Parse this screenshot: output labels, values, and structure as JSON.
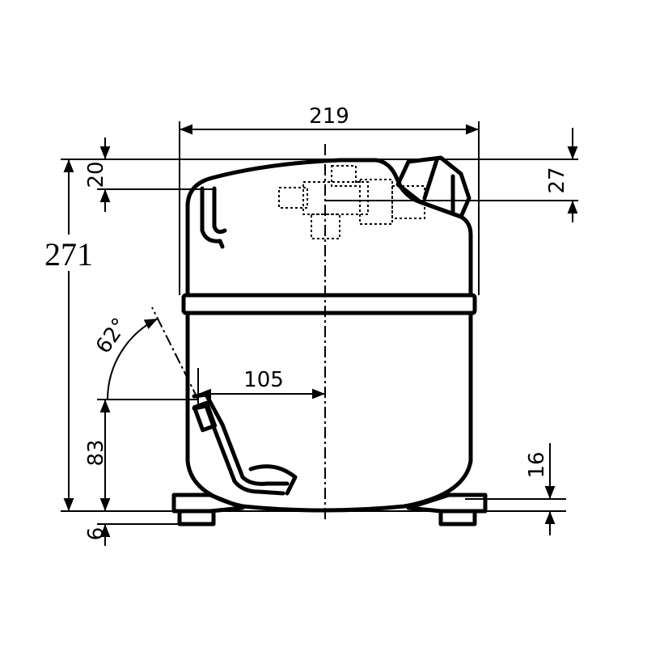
{
  "drawing": {
    "dimensions": {
      "overall_width": "219",
      "top_offset_left": "20",
      "top_offset_right": "27",
      "overall_height": "271",
      "pipe_angle": "62°",
      "pipe_horizontal_offset": "105",
      "pipe_height": "83",
      "foot_height": "6",
      "foot_top_height": "16"
    }
  }
}
